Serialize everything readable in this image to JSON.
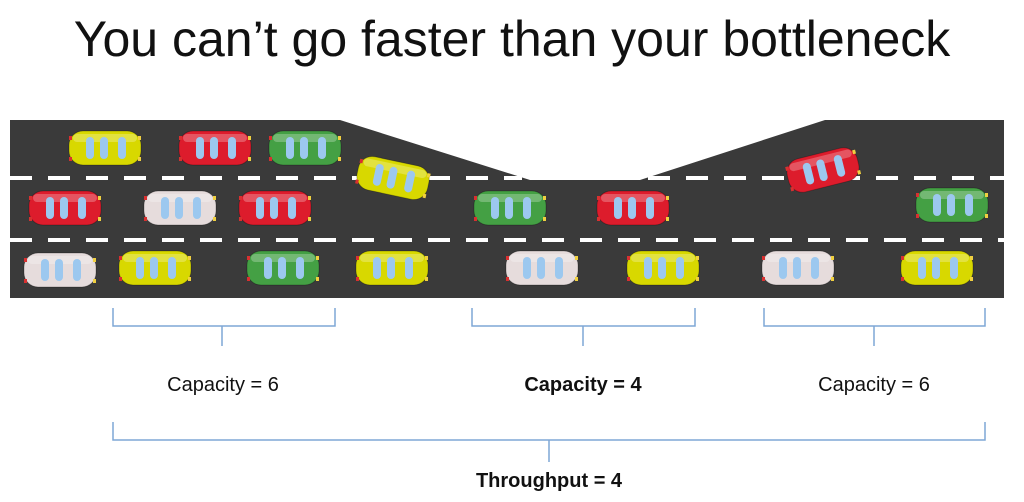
{
  "title": "You can’t go faster than your bottleneck",
  "labels": {
    "section1": "Capacity = 6",
    "section2": "Capacity = 4",
    "section3": "Capacity = 6",
    "total": "Throughput = 4"
  },
  "colors": {
    "road": "#3a3a3a",
    "lane_marking": "#ffffff",
    "bracket": "#7fa7d6",
    "window": "#9cc8ef"
  },
  "cars": [
    {
      "color": "yellow"
    },
    {
      "color": "red"
    },
    {
      "color": "green"
    },
    {
      "color": "yellow"
    },
    {
      "color": "red"
    },
    {
      "color": "white"
    },
    {
      "color": "red"
    },
    {
      "color": "green"
    },
    {
      "color": "red"
    },
    {
      "color": "red"
    },
    {
      "color": "green"
    },
    {
      "color": "white"
    },
    {
      "color": "yellow"
    },
    {
      "color": "green"
    },
    {
      "color": "yellow"
    },
    {
      "color": "white"
    },
    {
      "color": "yellow"
    },
    {
      "color": "white"
    },
    {
      "color": "yellow"
    }
  ],
  "car_palette": {
    "yellow": "#d8d800",
    "red": "#dd1c2c",
    "green": "#44a044",
    "white": "#e6dcdc"
  }
}
